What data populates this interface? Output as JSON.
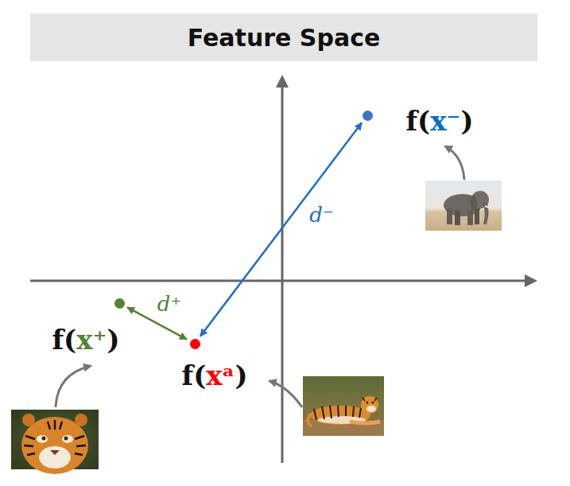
{
  "diagram": {
    "title": "Feature Space",
    "nodes": [
      {
        "text": [
          "f(x⁻)"
        ]
      },
      {
        "text": [
          "f(x⁺)"
        ]
      },
      {
        "text": [
          "f(xᵃ)"
        ]
      }
    ],
    "edges": [
      {
        "from": 2,
        "to": 0,
        "arrow": "both",
        "label": "d⁻"
      },
      {
        "from": 1,
        "to": 2,
        "arrow": "both",
        "label": "d⁺"
      }
    ]
  }
}
